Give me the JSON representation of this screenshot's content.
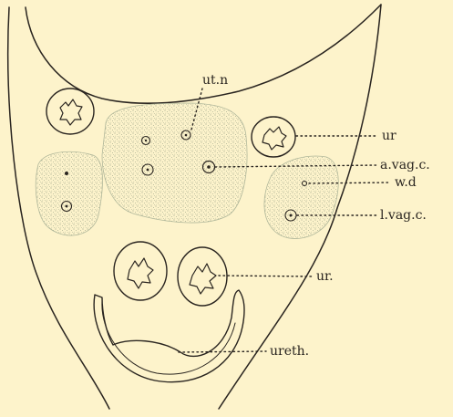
{
  "labels": {
    "ut_n": "ut.n",
    "ur_upper": "ur",
    "a_vag_c": "a.vag.c.",
    "w_d": "w.d",
    "l_vag_c": "l.vag.c.",
    "ur_lower": "ur.",
    "ureth": "ureth."
  },
  "colors": {
    "paper": "#fdf3cb",
    "ink": "#2a2520",
    "stipple": "#8e9a80"
  }
}
